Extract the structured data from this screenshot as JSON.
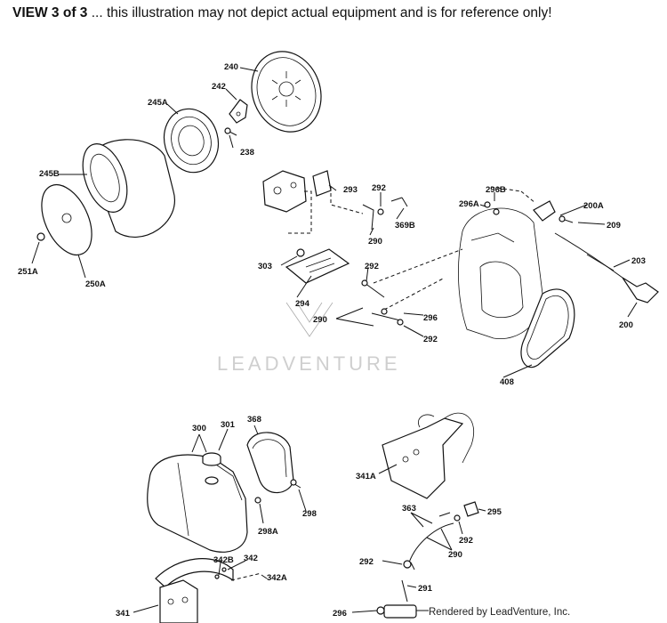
{
  "header": {
    "view": "VIEW 3 of 3",
    "note": " ... this illustration may not depict actual equipment and is for reference only!"
  },
  "watermark": "LEADVENTURE",
  "footer": "Rendered by LeadVenture, Inc.",
  "callouts": [
    {
      "id": "c240",
      "text": "240"
    },
    {
      "id": "c242",
      "text": "242"
    },
    {
      "id": "c245A",
      "text": "245A"
    },
    {
      "id": "c238",
      "text": "238"
    },
    {
      "id": "c245B",
      "text": "245B"
    },
    {
      "id": "c251A",
      "text": "251A"
    },
    {
      "id": "c250A",
      "text": "250A"
    },
    {
      "id": "c293",
      "text": "293"
    },
    {
      "id": "c292a",
      "text": "292"
    },
    {
      "id": "c369B",
      "text": "369B"
    },
    {
      "id": "c290a",
      "text": "290"
    },
    {
      "id": "c296B",
      "text": "296B"
    },
    {
      "id": "c296A",
      "text": "296A"
    },
    {
      "id": "c200A",
      "text": "200A"
    },
    {
      "id": "c209",
      "text": "209"
    },
    {
      "id": "c203",
      "text": "203"
    },
    {
      "id": "c200",
      "text": "200"
    },
    {
      "id": "c303",
      "text": "303"
    },
    {
      "id": "c292b",
      "text": "292"
    },
    {
      "id": "c294",
      "text": "294"
    },
    {
      "id": "c290b",
      "text": "290"
    },
    {
      "id": "c296a",
      "text": "296"
    },
    {
      "id": "c292c",
      "text": "292"
    },
    {
      "id": "c408",
      "text": "408"
    },
    {
      "id": "c300",
      "text": "300"
    },
    {
      "id": "c301",
      "text": "301"
    },
    {
      "id": "c368",
      "text": "368"
    },
    {
      "id": "c298A",
      "text": "298A"
    },
    {
      "id": "c298",
      "text": "298"
    },
    {
      "id": "c342B",
      "text": "342B"
    },
    {
      "id": "c342",
      "text": "342"
    },
    {
      "id": "c342A",
      "text": "342A"
    },
    {
      "id": "c341",
      "text": "341"
    },
    {
      "id": "c341A",
      "text": "341A"
    },
    {
      "id": "c363",
      "text": "363"
    },
    {
      "id": "c295",
      "text": "295"
    },
    {
      "id": "c292d",
      "text": "292"
    },
    {
      "id": "c290c",
      "text": "290"
    },
    {
      "id": "c292e",
      "text": "292"
    },
    {
      "id": "c291",
      "text": "291"
    },
    {
      "id": "c296b",
      "text": "296"
    }
  ]
}
